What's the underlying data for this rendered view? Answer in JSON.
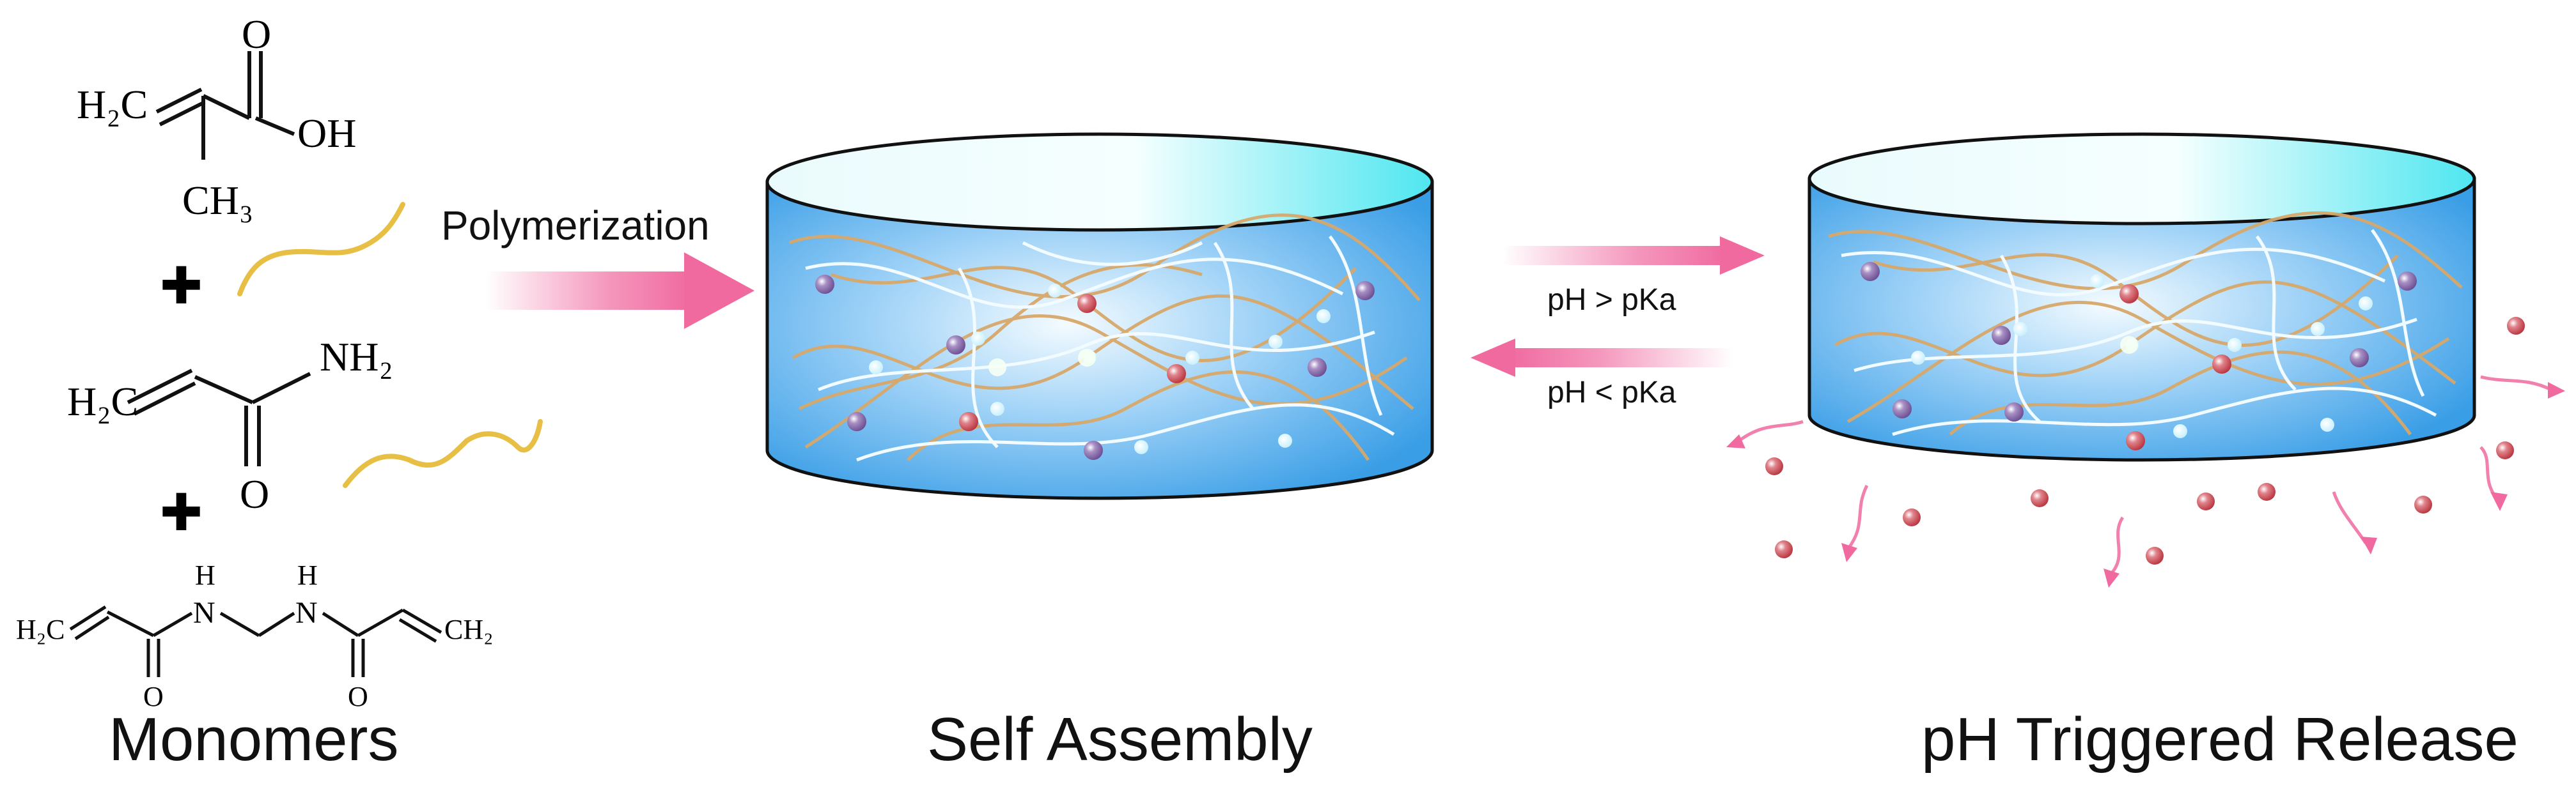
{
  "monomers": {
    "methacrylic_acid": {
      "o_top": "O",
      "oh": "OH",
      "h2c": "H₂C",
      "ch3": "CH₃"
    },
    "plus": "✚",
    "acrylamide": {
      "h2c": "H₂C",
      "nh2": "NH₂",
      "o": "O"
    },
    "bis_acrylamide": {
      "h2c": "H₂C",
      "ch2": "CH₂",
      "h_left": "H",
      "n_left": "N",
      "h_right": "H",
      "n_right": "N",
      "o_left": "O",
      "o_right": "O"
    }
  },
  "labels": {
    "polymerization": "Polymerization",
    "ph_above": "pH > pKa",
    "ph_below": "pH < pKa"
  },
  "captions": {
    "monomers": "Monomers",
    "self_assembly": "Self Assembly",
    "release": "pH Triggered Release"
  },
  "colors": {
    "arrow_pink": "#f06aa0",
    "cylinder_blue": "#3aa0e8",
    "cylinder_top": "#56e6f0",
    "fiber_tan": "#d7a86a",
    "fiber_white": "#f2fbff",
    "particle_red": "#c0404a",
    "particle_purple": "#8a6aa8",
    "chain_yellow": "#e8bf45"
  }
}
